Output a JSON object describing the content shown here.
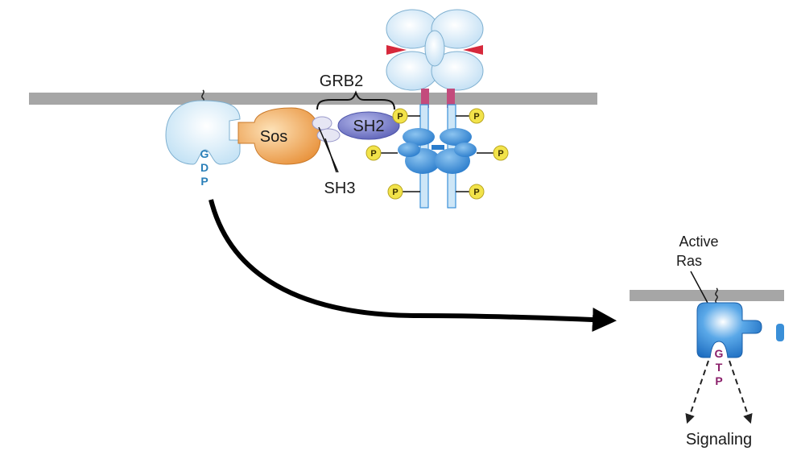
{
  "labels": {
    "grb2": "GRB2",
    "sh2": "SH2",
    "sh3": "SH3",
    "sos": "Sos",
    "active_ras_line1": "Active",
    "active_ras_line2": "Ras",
    "signaling": "Signaling",
    "phosphate": "P"
  },
  "nucleotides": {
    "gdp": [
      "G",
      "D",
      "P"
    ],
    "gtp": [
      "G",
      "T",
      "P"
    ]
  },
  "colors": {
    "membrane": "#a6a6a6",
    "ras_inactive": "#d6ecf8",
    "ras_active": "#2e86d6",
    "sos": "#f0a44a",
    "sh2": "#7b80c8",
    "receptor_ecd": "#cfe6f7",
    "receptor_kinase": "#3a8fd8",
    "ligand": "#d6283b",
    "phosphate": "#f2e34a",
    "gdp_text": "#2a7fb8",
    "gtp_text": "#8a1f6a"
  }
}
